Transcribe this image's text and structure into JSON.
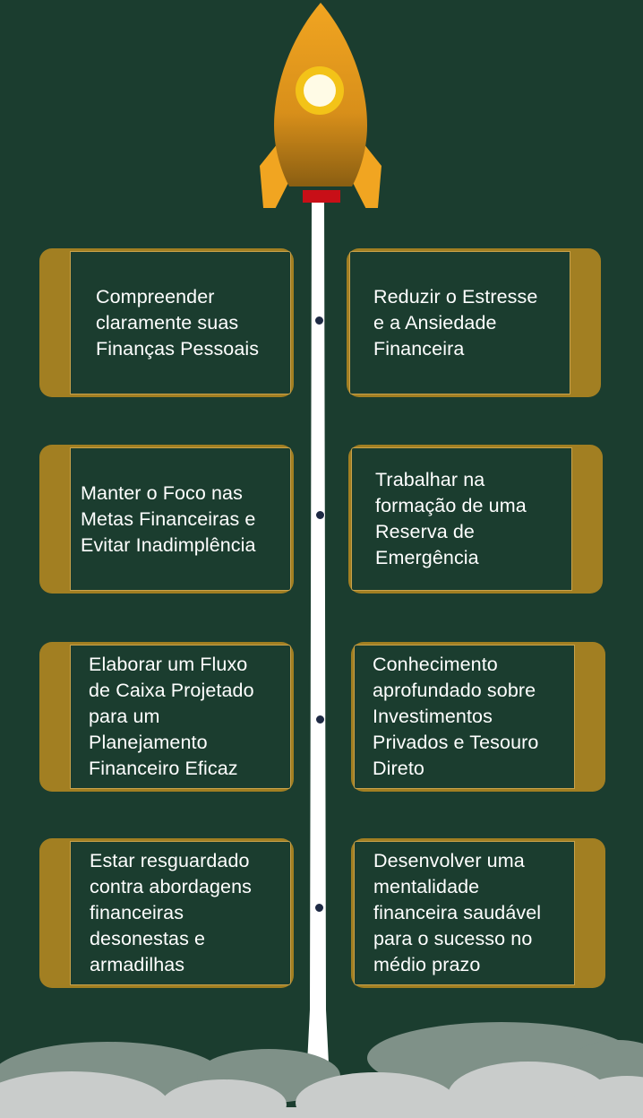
{
  "colors": {
    "background": "#1b3d2f",
    "card_border": "#a27f22",
    "rocket_body": "#e79a1c",
    "rocket_flame": "#c80f17",
    "trail": "#ffffff",
    "clouds": "#c9cccb"
  },
  "icons": [
    "rocket-icon",
    "cloud-icon"
  ],
  "goals": [
    {
      "text": "Compreender\nclaramente suas\nFinanças Pessoais"
    },
    {
      "text": "Reduzir o Estresse\ne a Ansiedade\nFinanceira"
    },
    {
      "text": "Manter o Foco nas\nMetas Financeiras e\nEvitar Inadimplência"
    },
    {
      "text": "Trabalhar na\nformação de uma\nReserva de\nEmergência"
    },
    {
      "text": "Elaborar um Fluxo\nde Caixa Projetado\npara um\nPlanejamento\nFinanceiro Eficaz"
    },
    {
      "text": "Conhecimento\naprofundado sobre\nInvestimentos\nPrivados e Tesouro\nDireto"
    },
    {
      "text": "Estar resguardado\ncontra abordagens\nfinanceiras\ndesonestas e\narmadilhas"
    },
    {
      "text": "Desenvolver uma\nmentalidade\nfinanceira saudável\npara o sucesso no\nmédio prazo"
    }
  ]
}
